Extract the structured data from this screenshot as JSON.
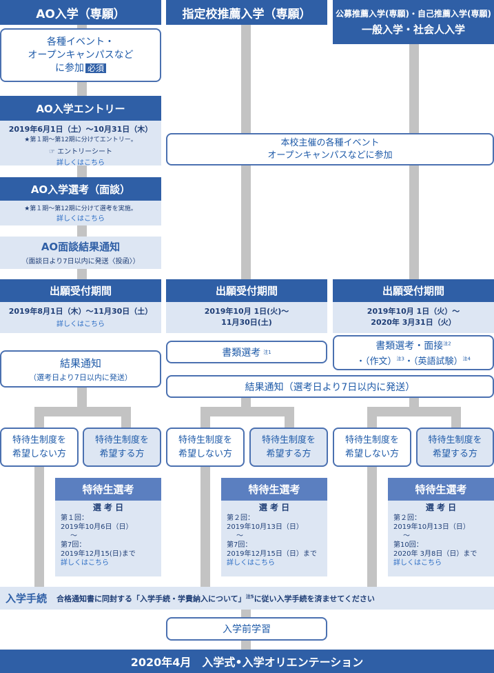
{
  "columns": {
    "ao": {
      "title": "AO入学（専願）"
    },
    "designated": {
      "title": "指定校推薦入学（専願）"
    },
    "public": {
      "title_line1": "公募推薦入学(専願)・自己推薦入学(専願)",
      "title_line2": "一般入学・社会人入学"
    }
  },
  "ao_flow": {
    "events_line1": "各種イベント・",
    "events_line2": "オープンキャンパスなど",
    "events_line3": "に参加",
    "required_badge": "必須",
    "entry_title": "AO入学エントリー",
    "entry_dates": "2019年6月1日（土）〜10月31日（木）",
    "entry_note": "★第１期〜第12期に分けてエントリー。",
    "entry_sheet": "エントリーシート",
    "entry_details": "詳しくはこちら",
    "interview_title": "AO入学選考（面談）",
    "interview_note": "★第１期〜第12期に分けて選考を実施。",
    "interview_details": "詳しくはこちら",
    "result_notice_title": "AO面談結果通知",
    "result_notice_note": "（面談日より7日以内に発送〈投函〉）"
  },
  "shared_events": {
    "line1": "本校主催の各種イベント",
    "line2": "オープンキャンパスなどに参加"
  },
  "application_periods": {
    "ao": {
      "title": "出願受付期間",
      "dates": "2019年8月1日（木）〜11月30日（土）",
      "details": "詳しくはこちら"
    },
    "designated": {
      "title": "出願受付期間",
      "dates_line1": "2019年10月  1日(火)〜",
      "dates_line2": "11月30日(土)"
    },
    "public": {
      "title": "出願受付期間",
      "dates_line1": "2019年10月   1日（火）〜",
      "dates_line2": "2020年   3月31日（火）"
    }
  },
  "selection": {
    "ao_result_title": "結果通知",
    "ao_result_note": "（選考日より7日以内に発送）",
    "designated_screening": "書類選考",
    "designated_note_mark": "注1",
    "public_screening_line1": "書類選考・面接",
    "public_note2": "注2",
    "public_screening_line2a": "・（作文）",
    "public_note3": "注3",
    "public_screening_line2b": "・（英語試験）",
    "public_note4": "注4",
    "shared_result": "結果通知（選考日より7日以内に発送）"
  },
  "scholarship_choices": {
    "no_line1": "特待生制度を",
    "no_line2": "希望しない方",
    "yes_line1": "特待生制度を",
    "yes_line2": "希望する方"
  },
  "scholarship_exams": [
    {
      "title": "特待生選考",
      "heading": "選 考 日",
      "first_label": "第１回：",
      "first_date": "2019年10月6日（日）",
      "tilde": "〜",
      "last_label": "第7回：",
      "last_date": "2019年12月15(日)まで",
      "details": "詳しくはこちら"
    },
    {
      "title": "特待生選考",
      "heading": "選 考 日",
      "first_label": "第２回：",
      "first_date": "2019年10月13日（日）",
      "tilde": "〜",
      "last_label": "第7回：",
      "last_date": "2019年12月15日（日）まで",
      "details": "詳しくはこちら"
    },
    {
      "title": "特待生選考",
      "heading": "選 考 日",
      "first_label": "第２回：",
      "first_date": "2019年10月13日（日）",
      "tilde": "〜",
      "last_label": "第10回：",
      "last_date": "2020年 3月8日（日）まで",
      "details": "詳しくはこちら"
    }
  ],
  "enrollment": {
    "label": "入学手続",
    "text_a": "合格通知書に同封する「入学手続・学費納入について」",
    "note_mark": "注5",
    "text_b": "に従い入学手続を済ませてください"
  },
  "pre_study": "入学前学習",
  "footer": "2020年4月　入学式•入学オリエンテーション",
  "colors": {
    "dark_blue": "#2f5fa6",
    "mid_blue": "#5b7fc0",
    "light_panel": "#dde6f3",
    "connector_gray": "#c3c3c3"
  }
}
